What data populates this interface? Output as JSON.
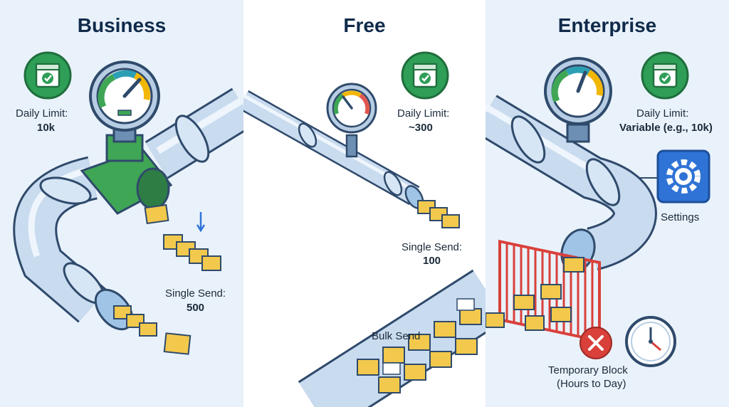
{
  "panels": {
    "business": {
      "title": "Business",
      "daily_limit_label": "Daily Limit:",
      "daily_limit_value": "10k",
      "single_send_label": "Single Send:",
      "single_send_value": "500"
    },
    "free": {
      "title": "Free",
      "daily_limit_label": "Daily Limit:",
      "daily_limit_value": "~300",
      "single_send_label": "Single Send:",
      "single_send_value": "100",
      "bulk_send_label": "Bulk Send"
    },
    "enterprise": {
      "title": "Enterprise",
      "daily_limit_label": "Daily Limit:",
      "daily_limit_value": "Variable (e.g., 10k)",
      "settings_label": "Settings",
      "block_label_line1": "Temporary Block",
      "block_label_line2": "(Hours to Day)"
    }
  },
  "colors": {
    "panel_bg": "#e9f2fb",
    "pipe": "#c9dbef",
    "pipe_outline": "#2f4a6b",
    "valve_green": "#3fa655",
    "calendar_badge": "#2f9e57",
    "settings_blue": "#2f73d6",
    "gate_red": "#d9403a",
    "envelope": "#f2c94c"
  },
  "icons": [
    "calendar-check-icon",
    "pressure-gauge-icon",
    "envelope-icon",
    "gear-icon",
    "close-icon",
    "clock-icon",
    "down-arrow-icon"
  ]
}
